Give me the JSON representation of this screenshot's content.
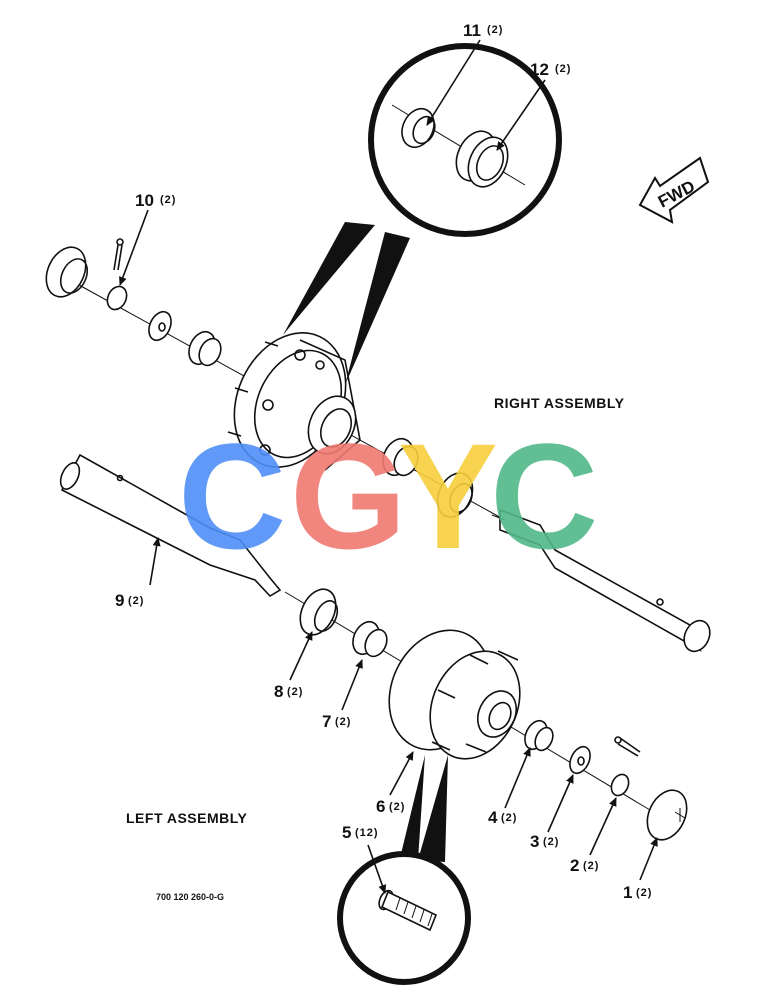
{
  "labels": {
    "right_assembly": "RIGHT ASSEMBLY",
    "left_assembly": "LEFT ASSEMBLY",
    "figure_code": "700 120 260-0-G",
    "fwd": "FWD"
  },
  "watermark": {
    "letters": [
      "C",
      "G",
      "Y",
      "C"
    ],
    "colors": [
      "#4f8ff7",
      "#f07a72",
      "#f7cf3c",
      "#52b788"
    ]
  },
  "callouts": [
    {
      "num": "1",
      "qty": "(2)"
    },
    {
      "num": "2",
      "qty": "(2)"
    },
    {
      "num": "3",
      "qty": "(2)"
    },
    {
      "num": "4",
      "qty": "(2)"
    },
    {
      "num": "5",
      "qty": "(12)"
    },
    {
      "num": "6",
      "qty": "(2)"
    },
    {
      "num": "7",
      "qty": "(2)"
    },
    {
      "num": "8",
      "qty": "(2)"
    },
    {
      "num": "9",
      "qty": "(2)"
    },
    {
      "num": "10",
      "qty": "(2)"
    },
    {
      "num": "11",
      "qty": "(2)"
    },
    {
      "num": "12",
      "qty": "(2)"
    }
  ]
}
